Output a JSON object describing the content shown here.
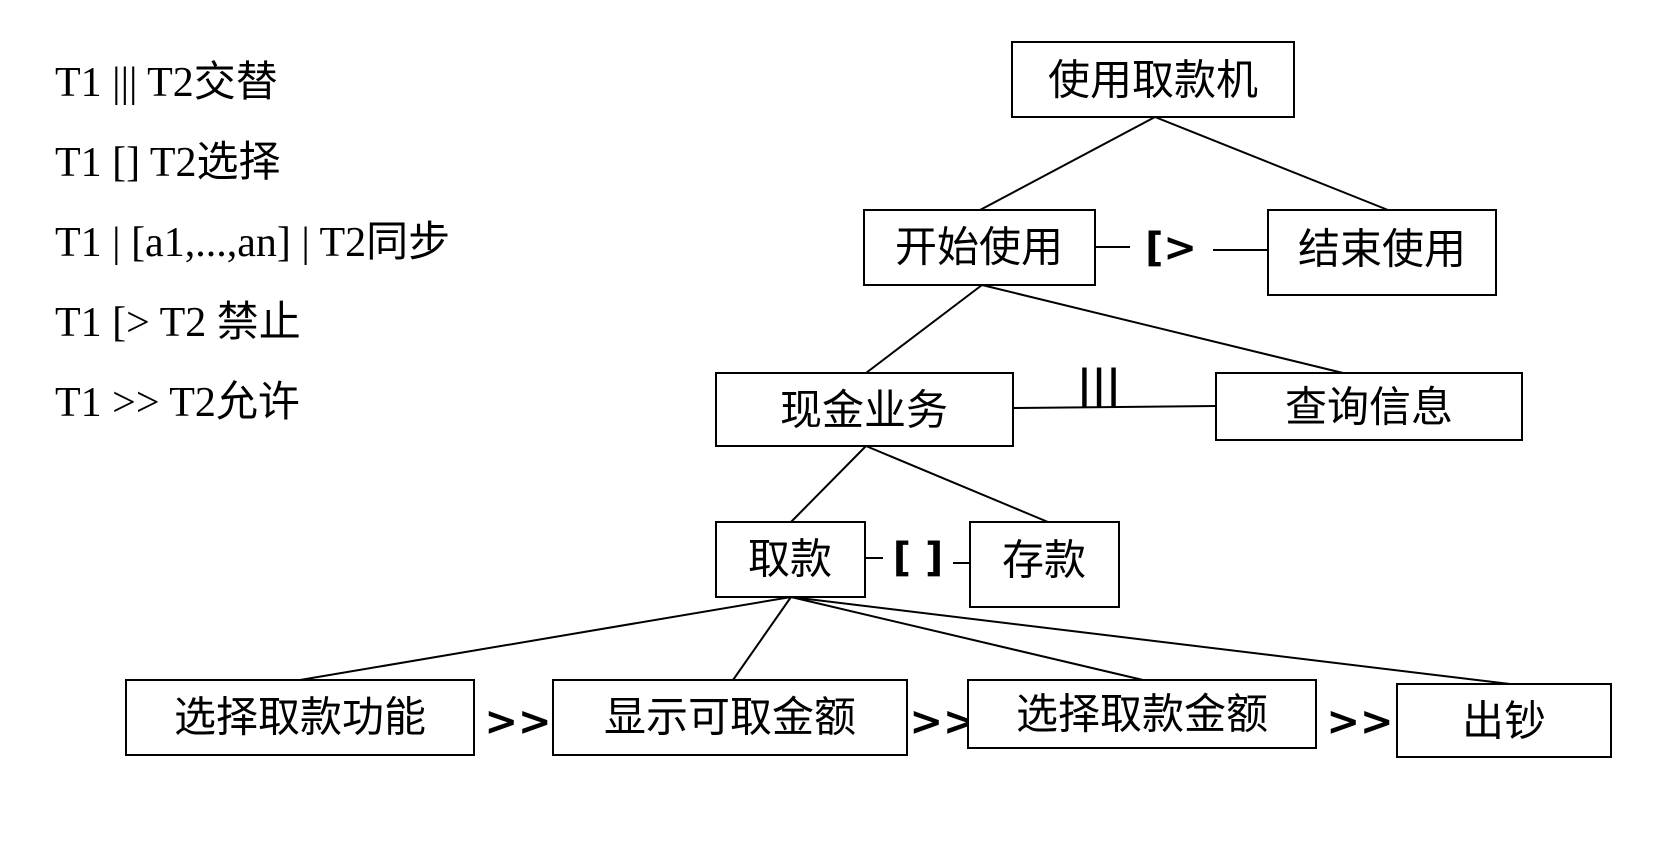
{
  "legend": [
    "T1 ||| T2交替",
    "T1 [] T2选择",
    "T1 | [a1,...,an] | T2同步",
    "T1 [> T2 禁止",
    "T1 >> T2允许"
  ],
  "nodes": {
    "root": "使用取款机",
    "start_use": "开始使用",
    "end_use": "结束使用",
    "cash_business": "现金业务",
    "query_info": "查询信息",
    "withdraw": "取款",
    "deposit": "存款",
    "select_withdraw_function": "选择取款功能",
    "show_available_amount": "显示可取金额",
    "select_withdraw_amount": "选择取款金额",
    "dispense_cash": "出钞"
  },
  "operators": {
    "start_end": "[>",
    "cash_query": "|||",
    "withdraw_deposit": "[ ]",
    "seq_1": ">>",
    "seq_2": ">>",
    "seq_3": ">>"
  }
}
